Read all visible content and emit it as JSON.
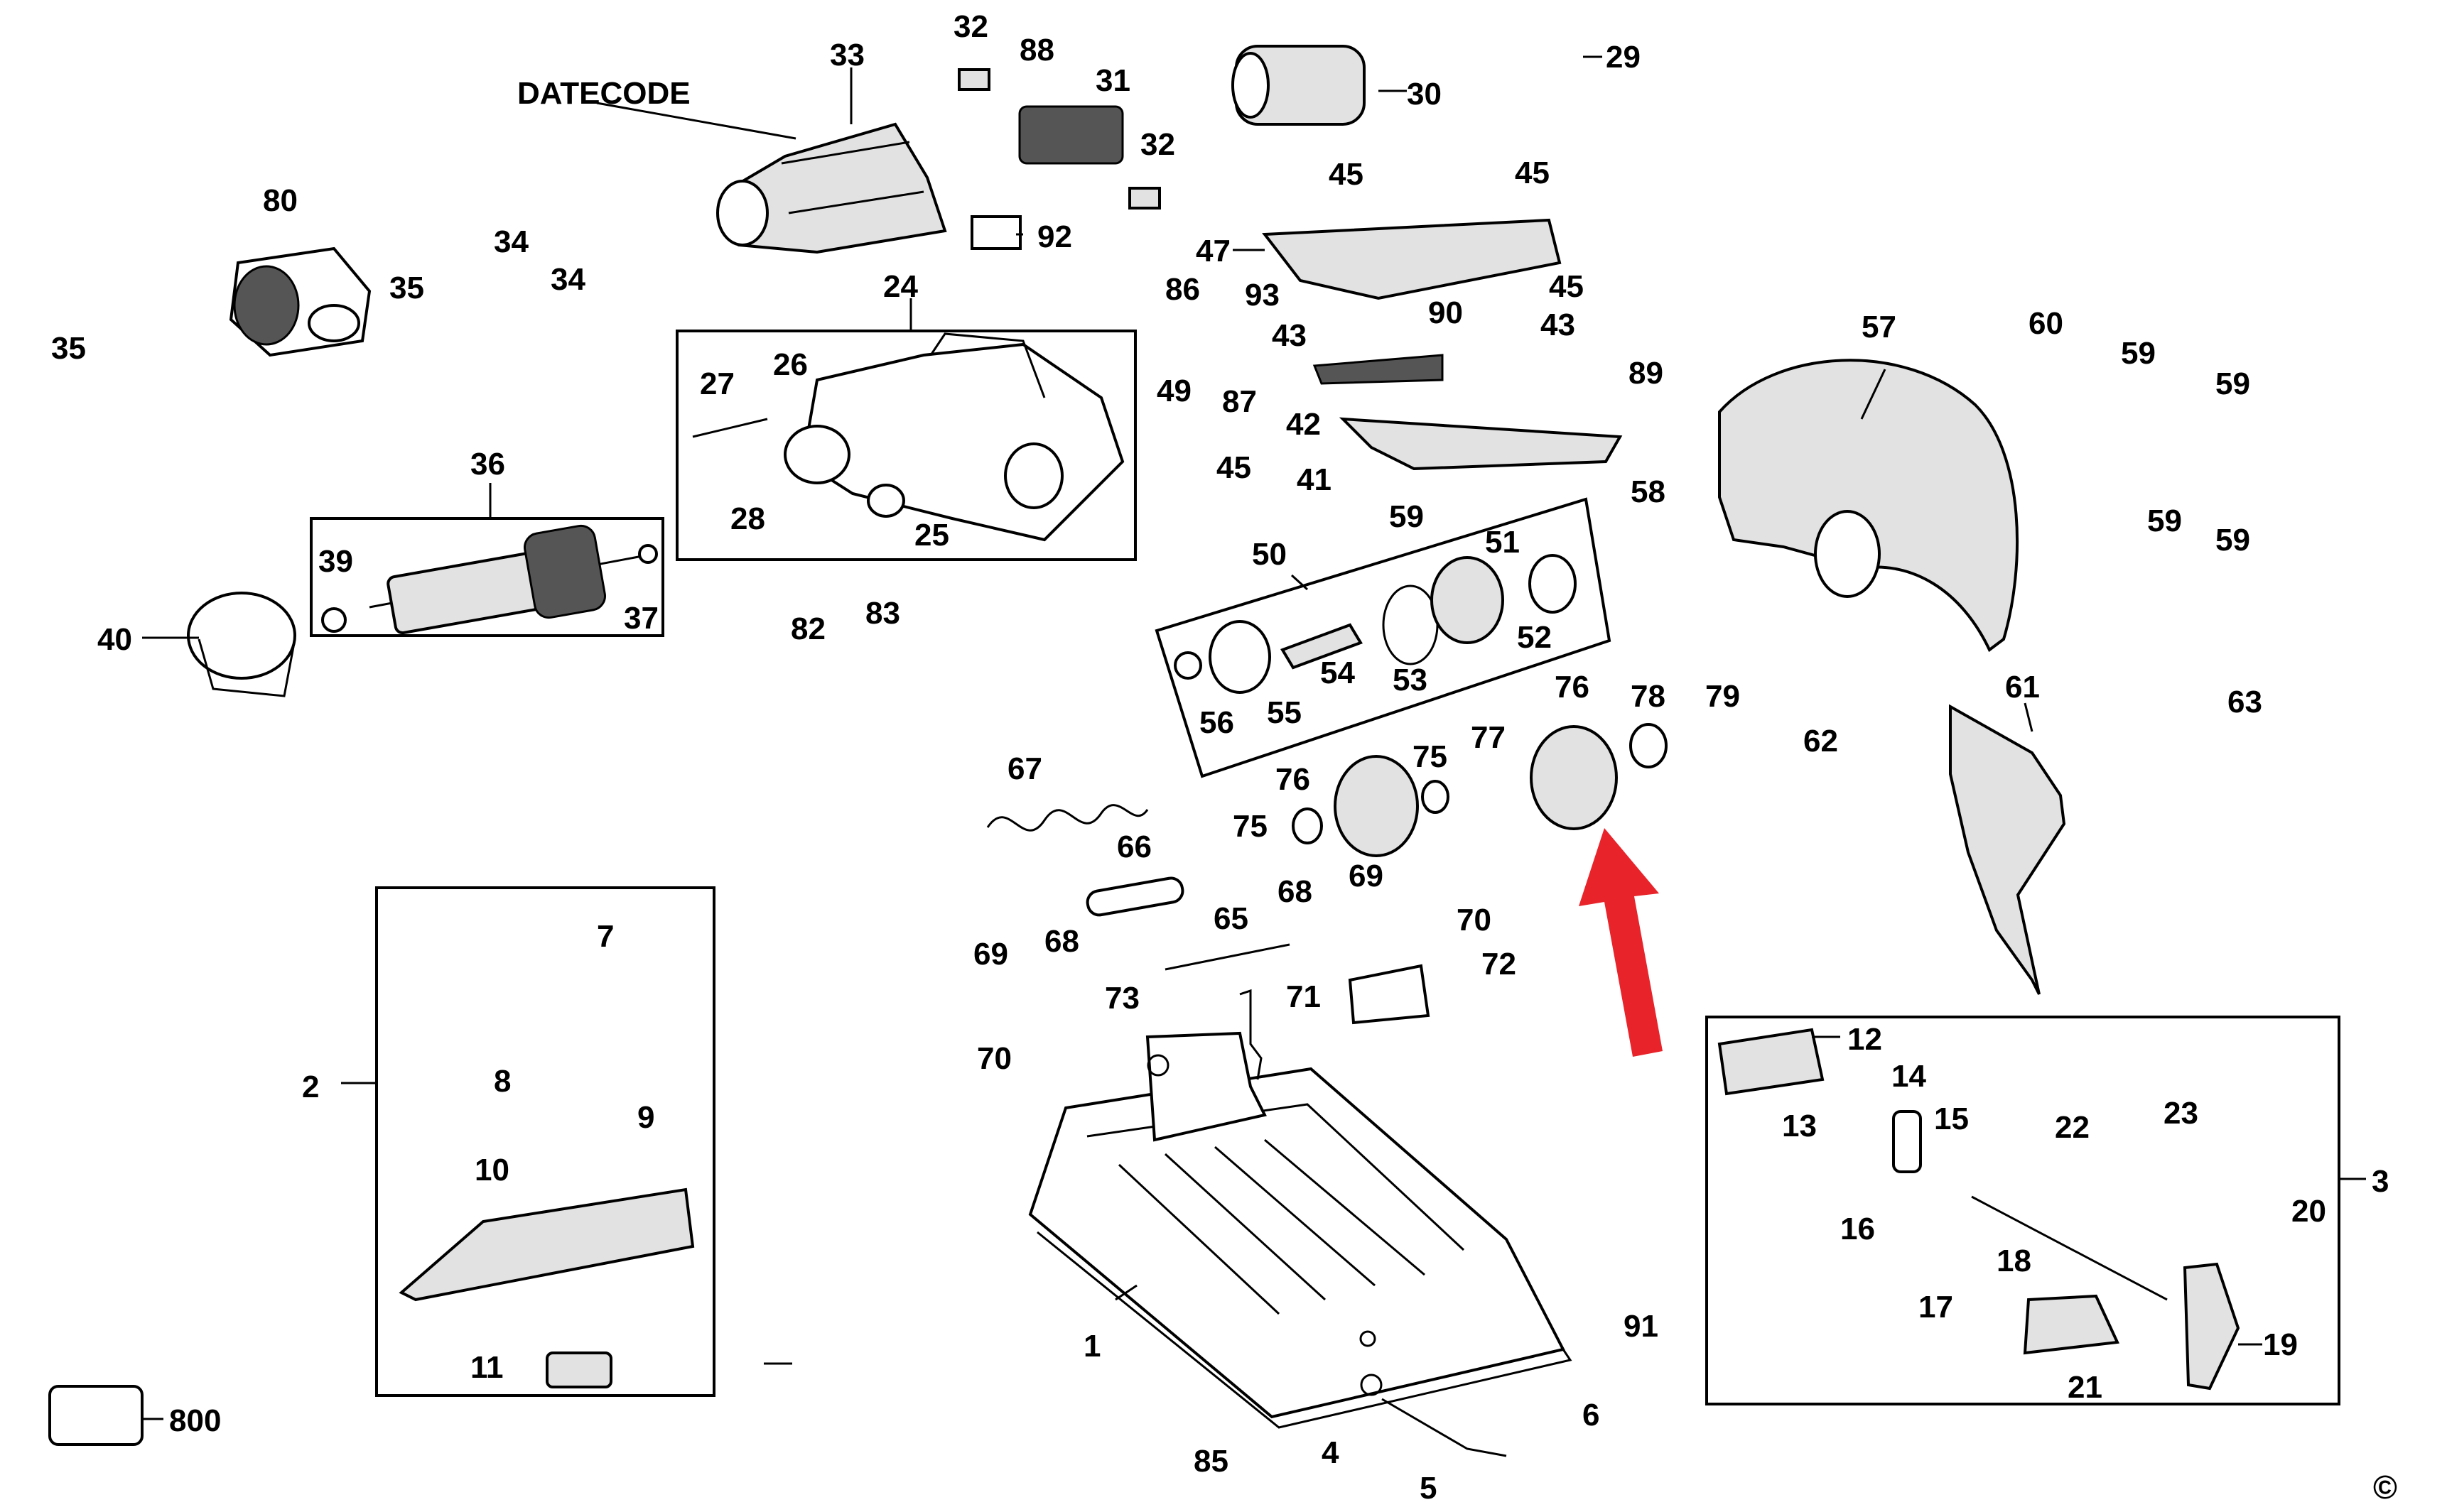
{
  "diagram": {
    "datecode_label": "DATECODE",
    "copyright_symbol": "©",
    "highlight_arrow_color": "#e8232a",
    "labels": {
      "l1": "1",
      "l2": "2",
      "l3": "3",
      "l4": "4",
      "l5": "5",
      "l6": "6",
      "l7": "7",
      "l8": "8",
      "l9": "9",
      "l10": "10",
      "l11": "11",
      "l12": "12",
      "l13": "13",
      "l14": "14",
      "l15": "15",
      "l16": "16",
      "l17": "17",
      "l18": "18",
      "l19": "19",
      "l20": "20",
      "l21": "21",
      "l22": "22",
      "l23": "23",
      "l24": "24",
      "l25": "25",
      "l26": "26",
      "l27": "27",
      "l28": "28",
      "l29": "29",
      "l30": "30",
      "l31": "31",
      "l32a": "32",
      "l32b": "32",
      "l33": "33",
      "l34a": "34",
      "l34b": "34",
      "l35a": "35",
      "l35b": "35",
      "l36": "36",
      "l37": "37",
      "l39": "39",
      "l40": "40",
      "l41": "41",
      "l42": "42",
      "l43a": "43",
      "l43b": "43",
      "l45a": "45",
      "l45b": "45",
      "l45c": "45",
      "l45d": "45",
      "l47": "47",
      "l49": "49",
      "l50": "50",
      "l51": "51",
      "l52": "52",
      "l53": "53",
      "l54": "54",
      "l55": "55",
      "l56": "56",
      "l57": "57",
      "l58": "58",
      "l59a": "59",
      "l59b": "59",
      "l59c": "59",
      "l59d": "59",
      "l59e": "59",
      "l60": "60",
      "l61": "61",
      "l62": "62",
      "l63": "63",
      "l65": "65",
      "l66": "66",
      "l67": "67",
      "l68a": "68",
      "l68b": "68",
      "l69a": "69",
      "l69b": "69",
      "l70a": "70",
      "l70b": "70",
      "l71": "71",
      "l72": "72",
      "l73": "73",
      "l75a": "75",
      "l75b": "75",
      "l76a": "76",
      "l76b": "76",
      "l77": "77",
      "l78": "78",
      "l79": "79",
      "l80": "80",
      "l82": "82",
      "l83": "83",
      "l85": "85",
      "l86": "86",
      "l87": "87",
      "l88": "88",
      "l89": "89",
      "l90": "90",
      "l91": "91",
      "l92": "92",
      "l93": "93",
      "l800": "800"
    }
  }
}
